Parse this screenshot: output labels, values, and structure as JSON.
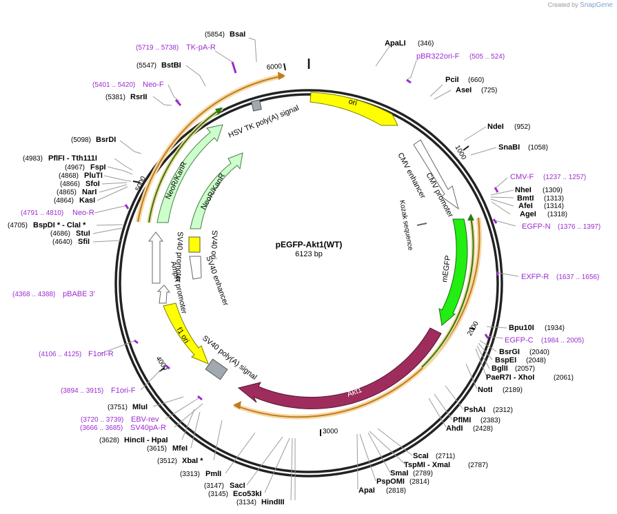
{
  "app": {
    "credit": "Created by",
    "brand": "SnapGene"
  },
  "plasmid": {
    "name": "pEGFP-Akt1(WT)",
    "length": 6123,
    "length_label": "6123 bp"
  },
  "ticks": [
    "1000",
    "2000",
    "3000",
    "4000",
    "5000",
    "6000"
  ],
  "colors": {
    "site_label": "#000000",
    "primer": "#9b2bd0",
    "leader": "#9a9a9a",
    "ori": "#ffff00",
    "egfp": "#22ee11",
    "akt1": "#9e2d5e",
    "neo": "#ccffcc",
    "grey_box": "#a0a8b0",
    "orf_line": "#c07a20",
    "orf_glow": "#f6d9a4"
  },
  "sites": [
    {
      "name": "BsaI",
      "pos": "(5854)"
    },
    {
      "name": "BstBI",
      "pos": "(5547)"
    },
    {
      "name": "RsrII",
      "pos": "(5381)"
    },
    {
      "name": "BsrDI",
      "pos": "(5098)"
    },
    {
      "name": "PflFI - Tth111I",
      "pos": "(4983)"
    },
    {
      "name": "FspI",
      "pos": "(4967)"
    },
    {
      "name": "PluTI",
      "pos": "(4868)"
    },
    {
      "name": "SfoI",
      "pos": "(4866)"
    },
    {
      "name": "NarI",
      "pos": "(4865)"
    },
    {
      "name": "KasI",
      "pos": "(4864)"
    },
    {
      "name": "BspDI * - ClaI *",
      "pos": "(4705)"
    },
    {
      "name": "StuI",
      "pos": "(4686)"
    },
    {
      "name": "SfiI",
      "pos": "(4640)"
    },
    {
      "name": "MluI",
      "pos": "(3751)"
    },
    {
      "name": "HincII - HpaI",
      "pos": "(3628)"
    },
    {
      "name": "MfeI",
      "pos": "(3615)"
    },
    {
      "name": "XbaI *",
      "pos": "(3512)"
    },
    {
      "name": "PmlI",
      "pos": "(3313)"
    },
    {
      "name": "SacI",
      "pos": "(3147)"
    },
    {
      "name": "Eco53kI",
      "pos": "(3145)"
    },
    {
      "name": "HindIII",
      "pos": "(3134)"
    },
    {
      "name": "ApaLI",
      "pos": "(346)"
    },
    {
      "name": "PciI",
      "pos": "(660)"
    },
    {
      "name": "AseI",
      "pos": "(725)"
    },
    {
      "name": "NdeI",
      "pos": "(952)"
    },
    {
      "name": "SnaBI",
      "pos": "(1058)"
    },
    {
      "name": "NheI",
      "pos": "(1309)"
    },
    {
      "name": "BmtI",
      "pos": "(1313)"
    },
    {
      "name": "AfeI",
      "pos": "(1314)"
    },
    {
      "name": "AgeI",
      "pos": "(1318)"
    },
    {
      "name": "Bpu10I",
      "pos": "(1934)"
    },
    {
      "name": "BsrGI",
      "pos": "(2040)"
    },
    {
      "name": "BspEI",
      "pos": "(2048)"
    },
    {
      "name": "BglII",
      "pos": "(2057)"
    },
    {
      "name": "PaeR7I - XhoI",
      "pos": "(2061)"
    },
    {
      "name": "NotI",
      "pos": "(2189)"
    },
    {
      "name": "PshAI",
      "pos": "(2312)"
    },
    {
      "name": "PflMI",
      "pos": "(2383)"
    },
    {
      "name": "AhdI",
      "pos": "(2428)"
    },
    {
      "name": "ScaI",
      "pos": "(2711)"
    },
    {
      "name": "TspMI - XmaI",
      "pos": "(2787)"
    },
    {
      "name": "SmaI",
      "pos": "(2789)"
    },
    {
      "name": "PspOMI",
      "pos": "(2814)"
    },
    {
      "name": "ApaI",
      "pos": "(2818)"
    }
  ],
  "primers": [
    {
      "name": "TK-pA-R",
      "range": "(5719 .. 5738)"
    },
    {
      "name": "Neo-F",
      "range": "(5401 .. 5420)"
    },
    {
      "name": "Neo-R",
      "range": "(4791 .. 4810)"
    },
    {
      "name": "pBABE 3'",
      "range": "(4368 .. 4388)"
    },
    {
      "name": "F1ori-R",
      "range": "(4106 .. 4125)"
    },
    {
      "name": "F1ori-F",
      "range": "(3894 .. 3915)"
    },
    {
      "name": "EBV-rev",
      "range": "(3720 .. 3739)"
    },
    {
      "name": "SV40pA-R",
      "range": "(3666 .. 3685)"
    },
    {
      "name": "pBR322ori-F",
      "range": "(505 .. 524)"
    },
    {
      "name": "CMV-F",
      "range": "(1237 .. 1257)"
    },
    {
      "name": "EGFP-N",
      "range": "(1376 .. 1397)"
    },
    {
      "name": "EXFP-R",
      "range": "(1637 .. 1656)"
    },
    {
      "name": "EGFP-C",
      "range": "(1984 .. 2005)"
    }
  ],
  "features": [
    {
      "id": "ori",
      "label": "ori"
    },
    {
      "id": "cmv_enh",
      "label": "CMV enhancer"
    },
    {
      "id": "cmv_prom",
      "label": "CMV promoter"
    },
    {
      "id": "kozak",
      "label": "Kozak sequence"
    },
    {
      "id": "megfp",
      "label": "mEGFP"
    },
    {
      "id": "akt1",
      "label": "Akt1"
    },
    {
      "id": "sv40pa",
      "label": "SV40 poly(A) signal"
    },
    {
      "id": "f1ori",
      "label": "f1 ori"
    },
    {
      "id": "ampr_prom",
      "label": "AmpR promoter"
    },
    {
      "id": "sv40_prom",
      "label": "SV40 promoter"
    },
    {
      "id": "sv40_enh",
      "label": "SV40 enhancer"
    },
    {
      "id": "sv40_ori",
      "label": "SV40 ori"
    },
    {
      "id": "neo_outer",
      "label": "NeoR/KanR"
    },
    {
      "id": "neo_inner",
      "label": "NeoR/KanR"
    },
    {
      "id": "hsvtk",
      "label": "HSV TK poly(A) signal"
    }
  ]
}
